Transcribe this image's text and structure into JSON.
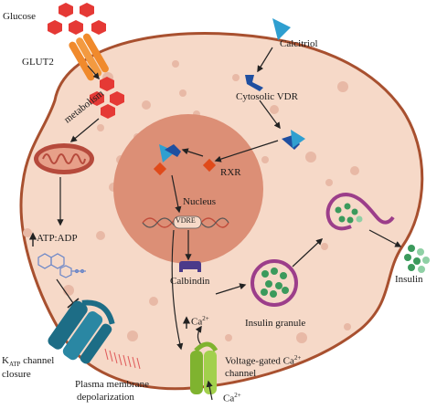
{
  "labels": {
    "glucose": "Glucose",
    "glut2": "GLUT2",
    "metabolism": "metabolism",
    "calcitriol": "Calcitriol",
    "cytosolic_vdr": "Cytosolic VDR",
    "rxr": "RXR",
    "nucleus": "Nucleus",
    "vdre": "VDRE",
    "atp_adp": "ATP:ADP",
    "calbindin": "Calbindin",
    "ca_inner": "Ca",
    "ca_inner_sup": "2+",
    "insulin_granule": "Insulin granule",
    "insulin": "Insulin",
    "katp_k": "K",
    "katp_sub": "ATP",
    "katp_rest": " channel",
    "closure": "closure",
    "plasma_membrane": "Plasma membrane",
    "depolarization": "depolarization",
    "vg_line1": "Voltage-gated Ca",
    "vg_sup": "2+",
    "vg_line2": "channel",
    "ca_outer": "Ca",
    "ca_outer_sup": "2+"
  },
  "colors": {
    "cell_fill": "#f6d9c8",
    "cell_border": "#a8502f",
    "nucleus_fill": "#dc8f76",
    "glucose": "#e53935",
    "glut2": "#f08a2c",
    "vdr": "#2f9fd0",
    "rxr": "#e04a1a",
    "mito": "#b64a3c",
    "katp": "#1d6d86",
    "vgcc": "#8fc23a",
    "calbindin": "#4b3a8a",
    "granule": "#9c3e8a",
    "insulin": "#3b9a5c"
  }
}
